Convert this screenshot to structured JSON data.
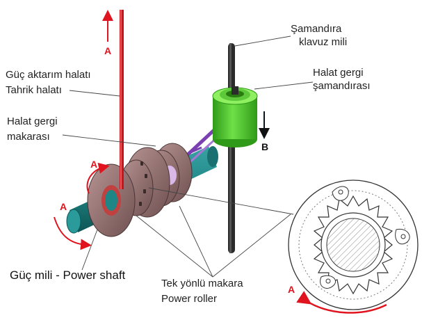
{
  "labels": {
    "float_guide_shaft_line1": "Şamandıra",
    "float_guide_shaft_line2": "klavuz mili",
    "rope_tension_float_line1": "Halat gergi",
    "rope_tension_float_line2": "şamandırası",
    "power_transmission_rope_line1": "Güç aktarım halatı",
    "power_transmission_rope_line2": "Tahrik halatı",
    "rope_tension_pulley_line1": "Halat gergi",
    "rope_tension_pulley_line2": "makarası",
    "power_shaft": "Güç mili - Power shaft",
    "one_way_pulley_line1": "Tek yönlü makara",
    "one_way_pulley_line2": "Power roller"
  },
  "markers": {
    "rope_direction": "A",
    "float_direction": "B",
    "pulley_rotation": "A",
    "shaft_rotation": "A",
    "detail_rotation": "A"
  },
  "colors": {
    "rope_red": "#c8141e",
    "arrow_red": "#e0141e",
    "float_green": "#4fcf2a",
    "pulley_mauve": "#8a6a6a",
    "shaft_teal": "#1f8585",
    "guide_shaft": "#2b2b2b",
    "rope_purple": "#7a3fb0"
  }
}
